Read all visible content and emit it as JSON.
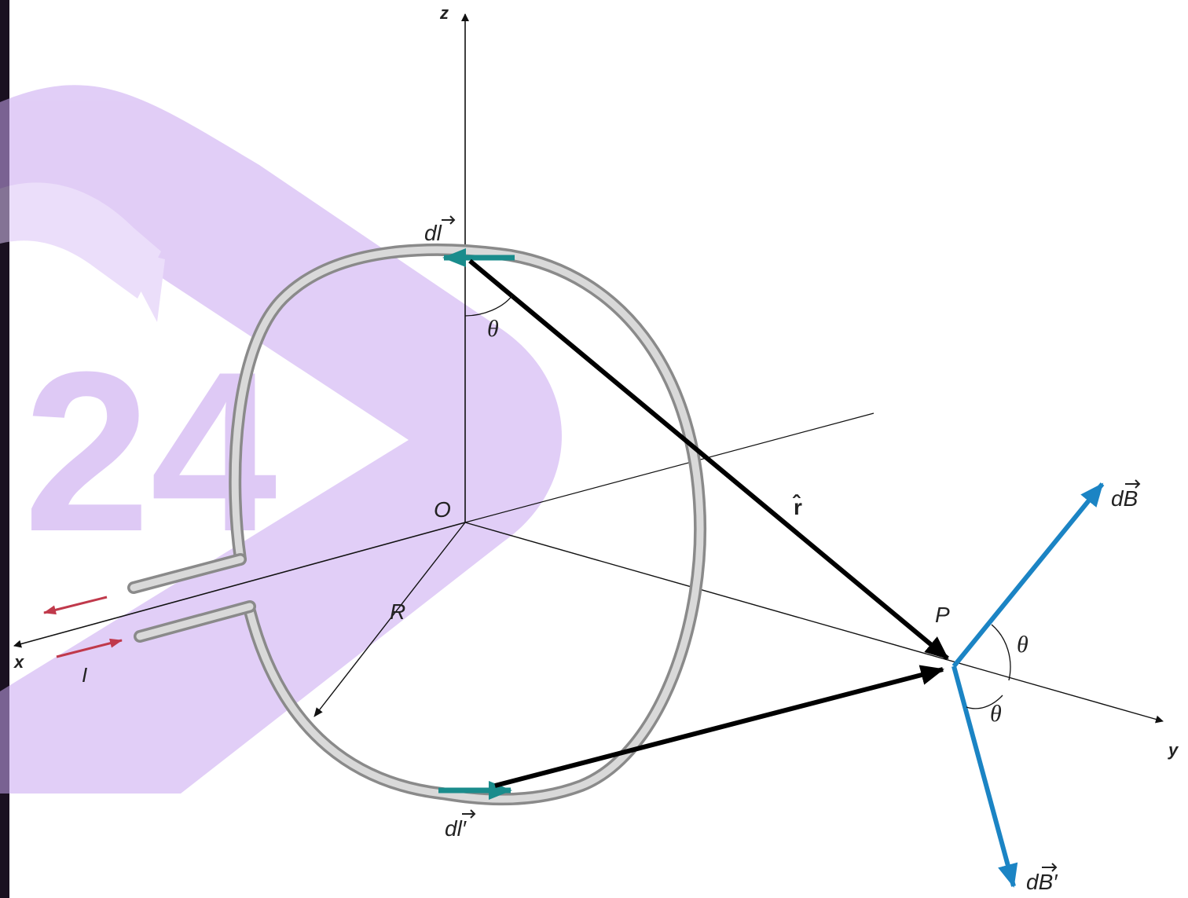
{
  "diagram": {
    "labels": {
      "z_axis": "z",
      "x_axis": "x",
      "y_axis": "y",
      "origin": "O",
      "radius": "R",
      "current": "I",
      "point": "P",
      "theta": "θ",
      "unit_r": "r̂",
      "dl_top": "dl",
      "dl_bottom": "dl′",
      "dB": "dB",
      "dB_prime": "dB′"
    },
    "watermark": {
      "text": "24",
      "color": "#c9a6f0"
    },
    "colors": {
      "background_dark": "#1a1020",
      "canvas": "#ffffff",
      "wire": "#c8c8c8",
      "current_vector": "#1a8c8c",
      "field_vector": "#1b84c4",
      "current_arrows": "#c0394b",
      "position_vector": "#000000"
    }
  }
}
